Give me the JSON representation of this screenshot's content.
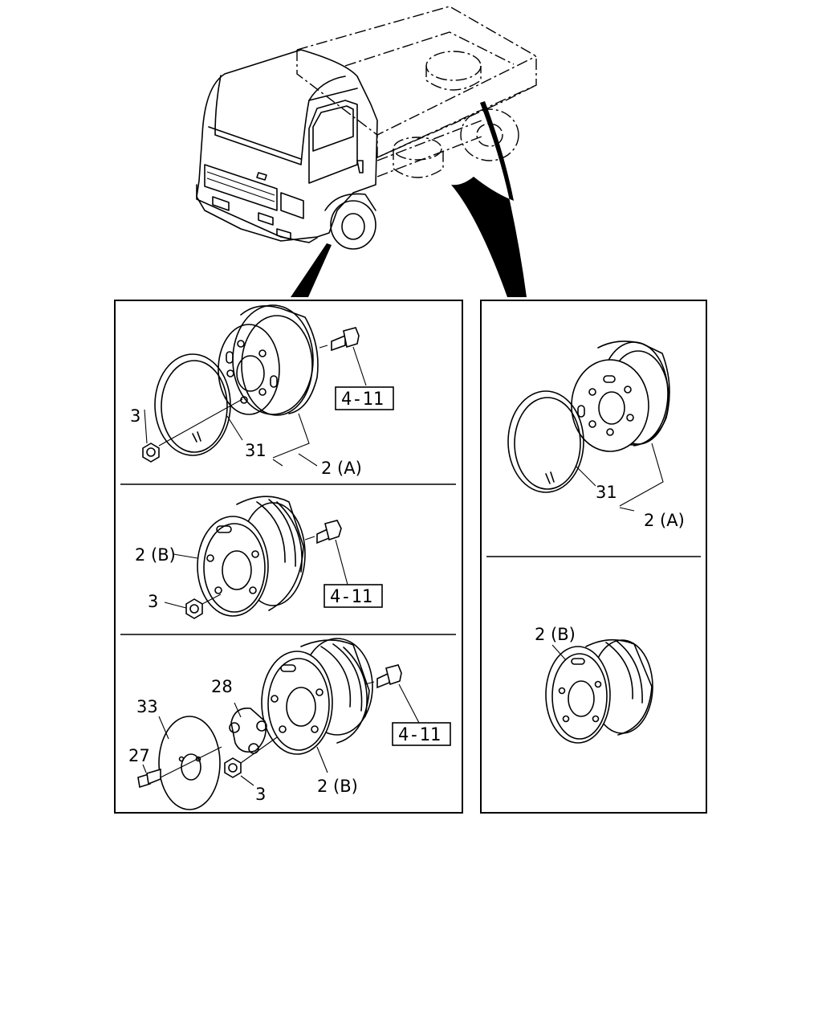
{
  "labels": {
    "panel_a": {
      "ring": "31",
      "nut": "3",
      "wheel": "2 (A)",
      "ref": "4-11"
    },
    "panel_b": {
      "wheel": "2 (B)",
      "nut": "3",
      "ref": "4-11"
    },
    "panel_c": {
      "disc": "33",
      "cap": "28",
      "bolt": "27",
      "nut": "3",
      "wheel": "2 (B)",
      "ref": "4-11"
    },
    "panel_d": {
      "ring": "31",
      "wheel": "2 (A)"
    },
    "panel_e": {
      "wheel": "2 (B)"
    }
  }
}
